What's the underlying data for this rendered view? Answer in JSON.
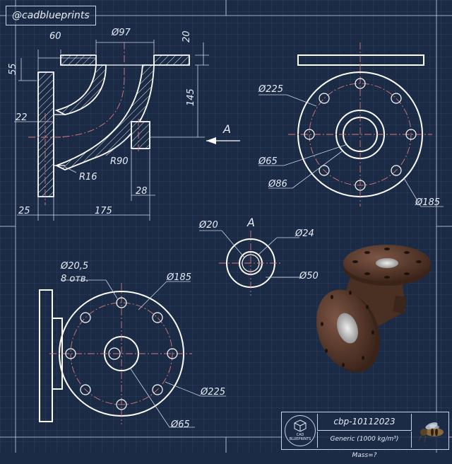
{
  "handle": "@cadblueprints",
  "section_view": {
    "dims": {
      "top_flange_offset": "60",
      "pipe_diameter": "Ø97",
      "flange_thickness": "20",
      "side_height": "55",
      "vertical_length": "145",
      "left_offset": "22",
      "bend_radius": "R90",
      "fillet_radius": "R16",
      "outlet_length": "28",
      "left_flange_thickness": "25",
      "horizontal_length": "175"
    },
    "view_marker": "A"
  },
  "top_flange_view": {
    "dims": {
      "pcd": "Ø225",
      "bore": "Ø65",
      "boss": "Ø86",
      "outer": "Ø185"
    }
  },
  "detail_view": {
    "title": "A",
    "dims": {
      "inner": "Ø20",
      "hole": "Ø24",
      "outer": "Ø50"
    }
  },
  "side_flange_view": {
    "dims": {
      "bolt_hole": "Ø20,5",
      "bolt_count": "8 отв.",
      "pcd": "Ø185",
      "outer": "Ø225",
      "bore": "Ø65"
    }
  },
  "title_block": {
    "logo_line1": "CAD",
    "logo_line2": "BLUEPRINTS",
    "part_number": "cbp-10112023",
    "material": "Generic (1000 kg/m³) Mass=?"
  },
  "colors": {
    "background": "#1b2a45",
    "lines": "#ffffff",
    "centerlines": "#d97a7a",
    "dimensions": "#c9d3e6",
    "render_metal": "#5a3a2c"
  }
}
